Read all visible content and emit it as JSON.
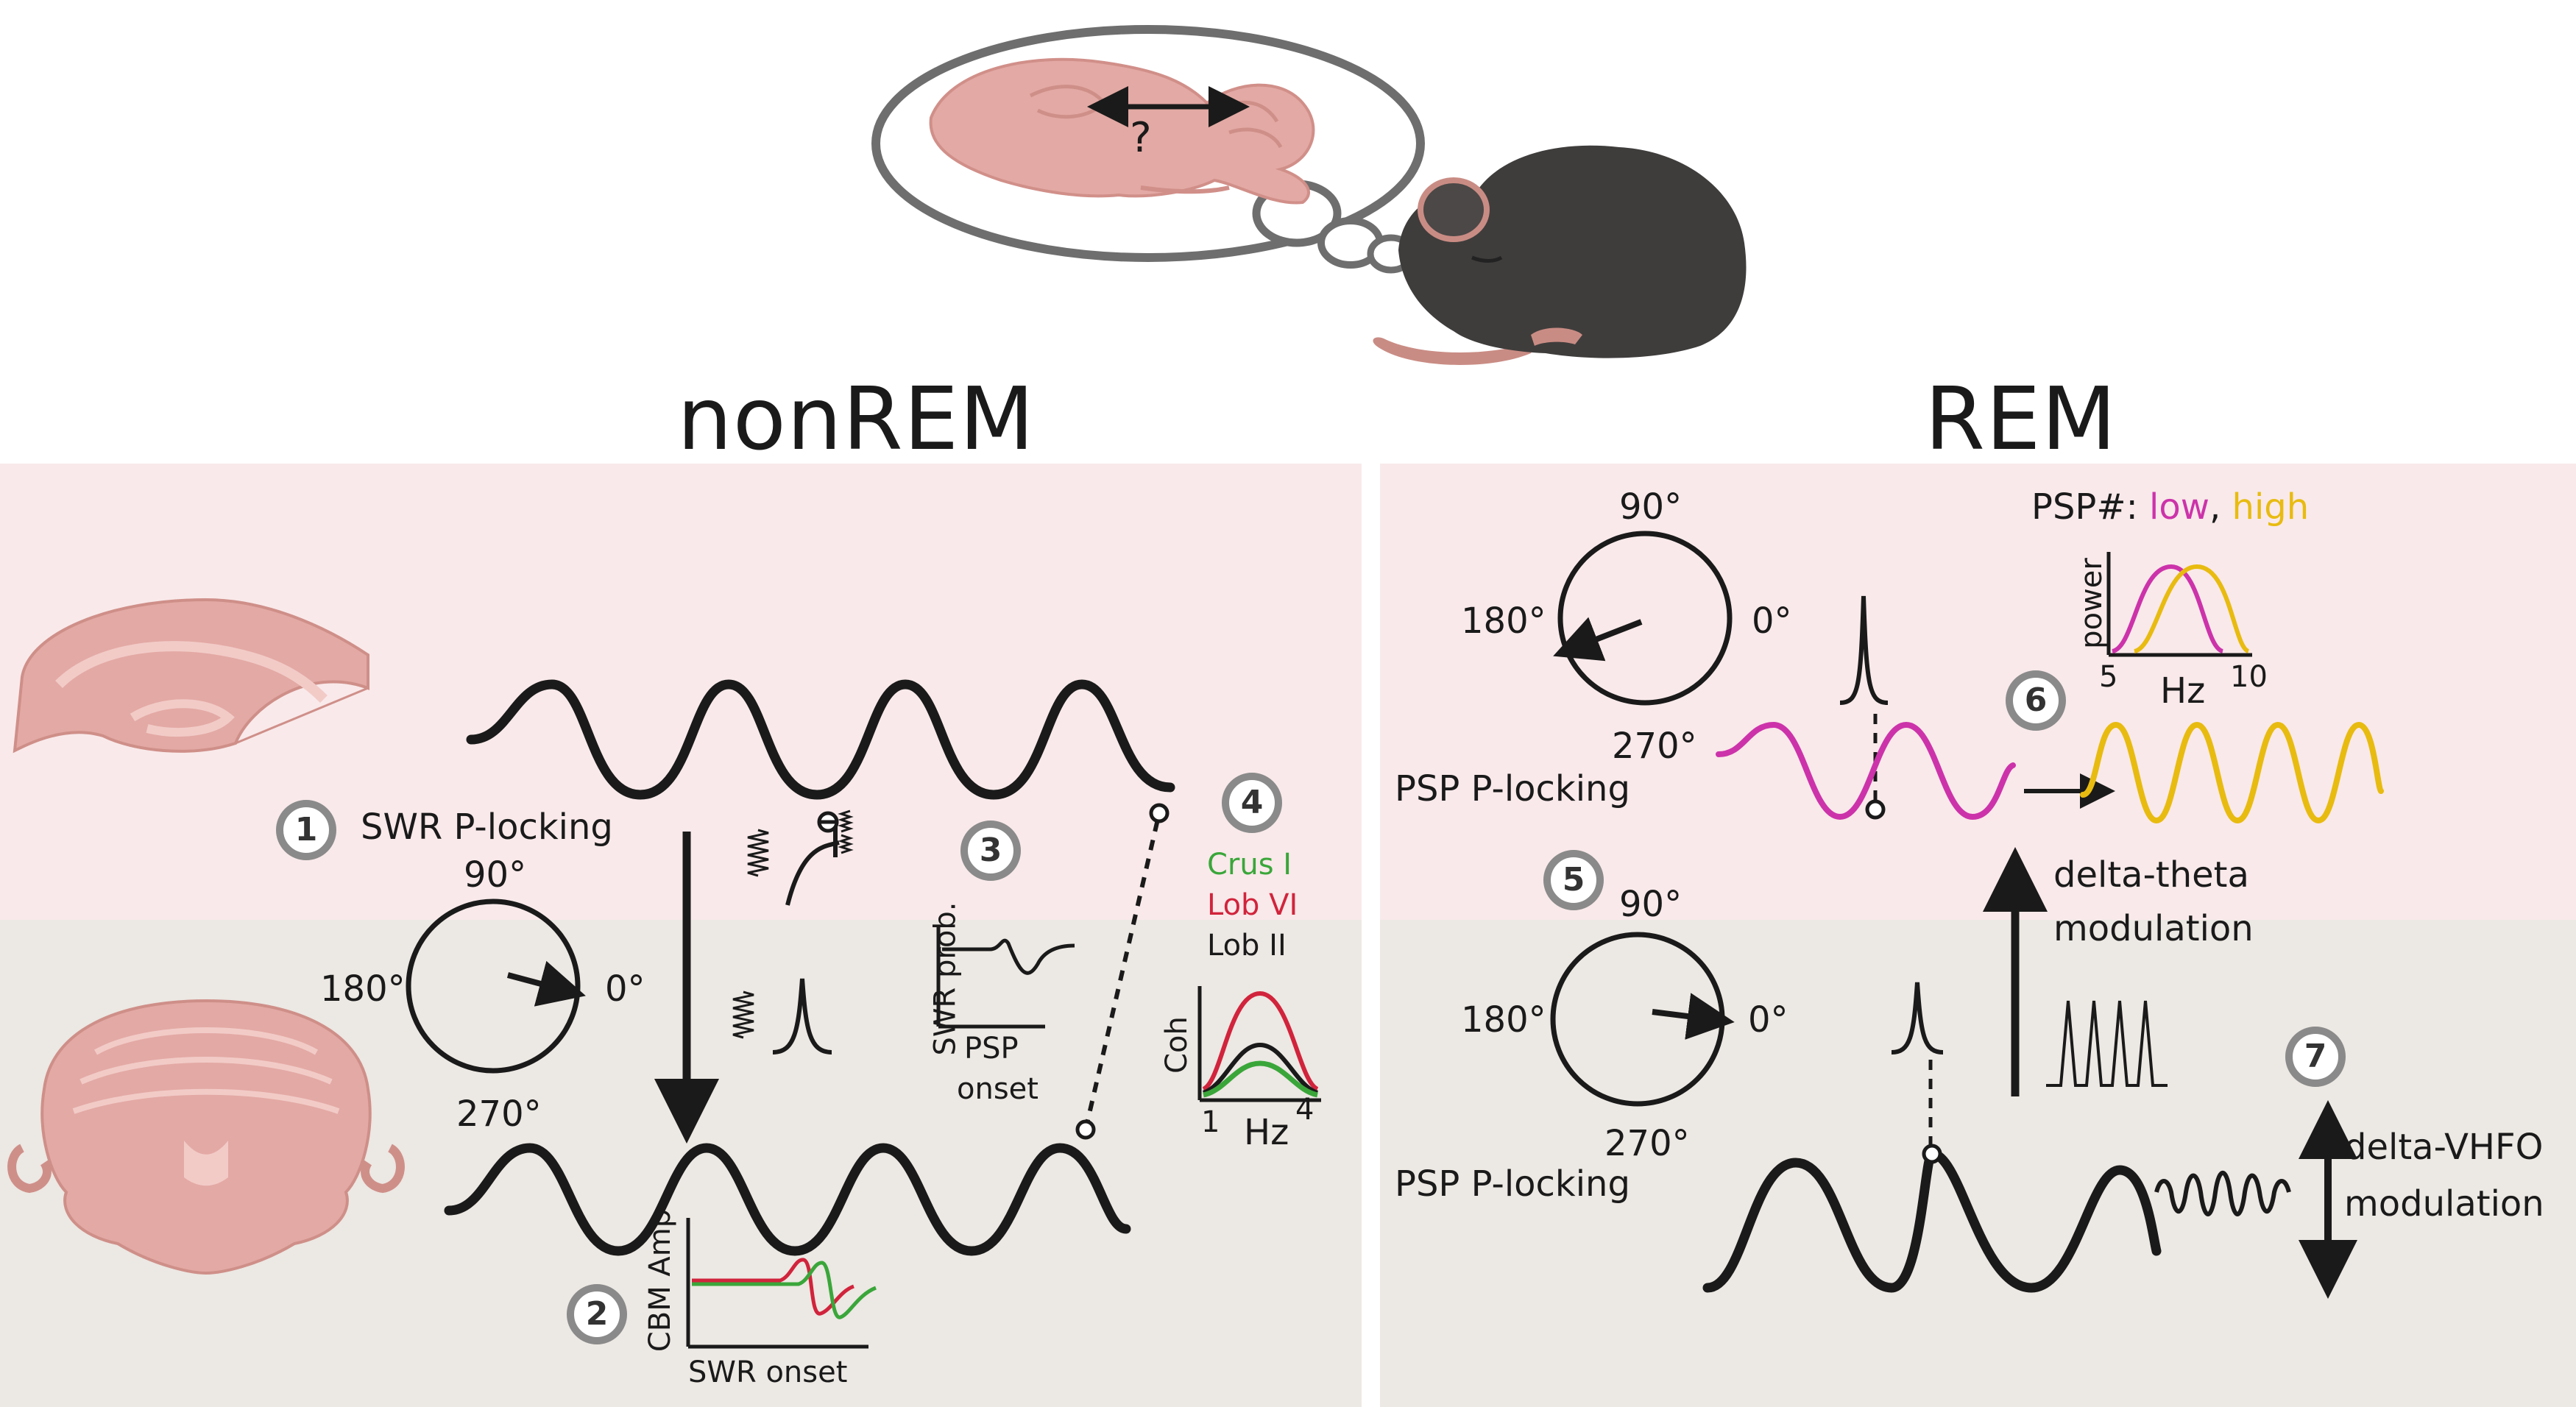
{
  "titles": {
    "left": "nonREM",
    "right": "REM"
  },
  "thought_bubble": {
    "question": "?"
  },
  "left_panel": {
    "step1": {
      "number": "1",
      "label": "SWR P-locking"
    },
    "polar": {
      "deg90": "90°",
      "deg180": "180°",
      "deg0": "0°",
      "deg270": "270°"
    },
    "step2": {
      "number": "2",
      "ylabel": "CBM  Amp",
      "xlabel": "SWR onset"
    },
    "step3": {
      "number": "3",
      "ylabel": "SWR prob.",
      "xlabel_line1": "PSP",
      "xlabel_line2": "onset"
    },
    "step4": {
      "number": "4",
      "legend": [
        "Crus I",
        "Lob VI",
        "Lob II"
      ],
      "ylabel": "Coh",
      "x_tick_low": "1",
      "x_tick_high": "4",
      "xlabel": "Hz"
    }
  },
  "right_panel": {
    "legend_prefix": "PSP#: ",
    "legend_low": "low",
    "legend_sep": ",",
    "legend_high": "high",
    "power_plot": {
      "ylabel": "power",
      "x_tick_low": "5",
      "x_tick_high": "10",
      "xlabel": "Hz"
    },
    "polar_top": {
      "deg90": "90°",
      "deg180": "180°",
      "deg0": "0°",
      "deg270": "270°"
    },
    "psp_locking_top": "PSP P-locking",
    "step6": {
      "number": "6"
    },
    "step5": {
      "number": "5"
    },
    "polar_bottom": {
      "deg90": "90°",
      "deg180": "180°",
      "deg0": "0°",
      "deg270": "270°"
    },
    "psp_locking_bottom": "PSP P-locking",
    "delta_theta_line1": "delta-theta",
    "delta_theta_line2": "modulation",
    "step7": {
      "number": "7"
    },
    "delta_vhfo_line1": "delta-VHFO",
    "delta_vhfo_line2": "modulation"
  },
  "colors": {
    "hippocampus_bg": "#f9e9ea",
    "cerebellum_bg": "#ece8e3",
    "brain_fill": "#e3a9a4",
    "mouse_body": "#3f3d3c",
    "mouse_skin": "#c98c84",
    "green": "#3aa63a",
    "red": "#d1243c",
    "magenta": "#cc33aa",
    "yellow": "#e8bb10",
    "badge_ring": "#8a8a8a"
  }
}
